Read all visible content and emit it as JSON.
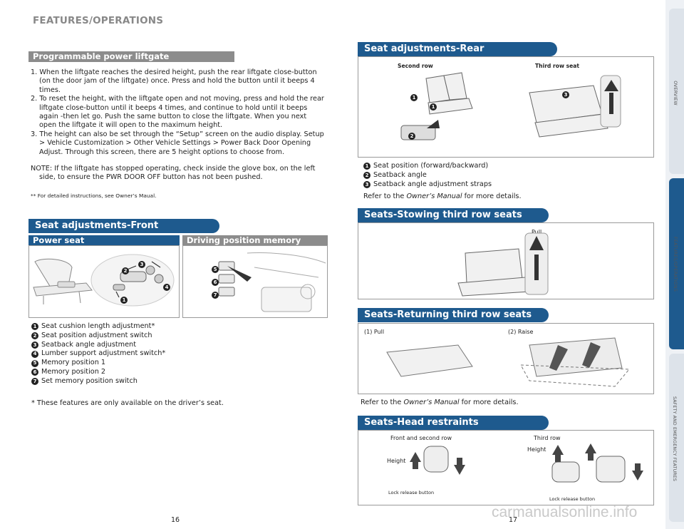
{
  "header": {
    "title": "FEATURES/OPERATIONS"
  },
  "liftgate": {
    "title": "Programmable power liftgate",
    "items": [
      "1. When the liftgate reaches the desired height, push the rear liftgate close-button (on the door jam of the liftgate) once. Press and hold the button until it beeps 4 times.",
      "2. To reset the height, with the liftgate open and not moving, press and hold the rear liftgate close-button until it beeps 4 times, and continue to hold until it beeps again -then let go. Push the same button to close the liftgate. When you next open the liftgate it will open to the maximum height.",
      "3. The height can also be set through the “Setup” screen on the audio display. Setup > Vehicle Customization > Other Vehicle Settings > Power Back Door Opening Adjust. Through this screen, there are 5 height options to choose from."
    ],
    "note": "NOTE: If the liftgate has stopped operating, check inside the glove box, on the left side, to ensure the PWR DOOR OFF button has not been pushed.",
    "footnote": "** For detailed instructions, see Owner’s Maual."
  },
  "front": {
    "title": "Seat adjustments-Front",
    "power_seat": "Power seat",
    "memory": "Driving position memory",
    "legend": [
      {
        "n": "1",
        "text": "Seat cushion length adjustment*"
      },
      {
        "n": "2",
        "text": "Seat position adjustment switch"
      },
      {
        "n": "3",
        "text": "Seatback angle adjustment"
      },
      {
        "n": "4",
        "text": "Lumber support adjustment switch*"
      },
      {
        "n": "5",
        "text": "Memory position 1"
      },
      {
        "n": "6",
        "text": "Memory position 2"
      },
      {
        "n": "7",
        "text": "Set memory position switch"
      }
    ],
    "footnote": "* These features are only available on the driver’s seat.",
    "callouts": {
      "c1": "1",
      "c2": "2",
      "c3": "3",
      "c4": "4",
      "c5": "5",
      "c6": "6",
      "c7": "7"
    }
  },
  "rear": {
    "title": "Seat adjustments-Rear",
    "second_row": "Second row",
    "third_row": "Third row seat",
    "legend": [
      {
        "n": "1",
        "text": "Seat position (forward/backward)"
      },
      {
        "n": "2",
        "text": "Seatback angle"
      },
      {
        "n": "3",
        "text": "Seatback angle adjustment straps"
      }
    ],
    "refer_pre": "Refer to the ",
    "refer_em": "Owner’s Manual",
    "refer_post": " for more details."
  },
  "stowing": {
    "title": "Seats-Stowing third row seats",
    "pull": "Pull"
  },
  "returning": {
    "title": "Seats-Returning third row seats",
    "step1": "(1) Pull",
    "step2": "(2) Raise",
    "refer_pre": "Refer to the ",
    "refer_em": "Owner’s Manual",
    "refer_post": " for more details."
  },
  "head": {
    "title": "Seats-Head restraints",
    "front_second": "Front and second row",
    "third": "Third row",
    "height1": "Height",
    "height2": "Height",
    "lock1": "Lock release button",
    "lock2": "Lock release button"
  },
  "sidebar": {
    "overview": "OVERVIEW",
    "features": "FEATURES/OPERATIONS",
    "safety": "SAFETY AND EMERGENCY FEATURES"
  },
  "pages": {
    "left": "16",
    "right": "17"
  },
  "watermark": "carmanualsonline.info",
  "colors": {
    "brand_blue": "#1e5a8e",
    "gray_bar": "#8c8c8c"
  }
}
